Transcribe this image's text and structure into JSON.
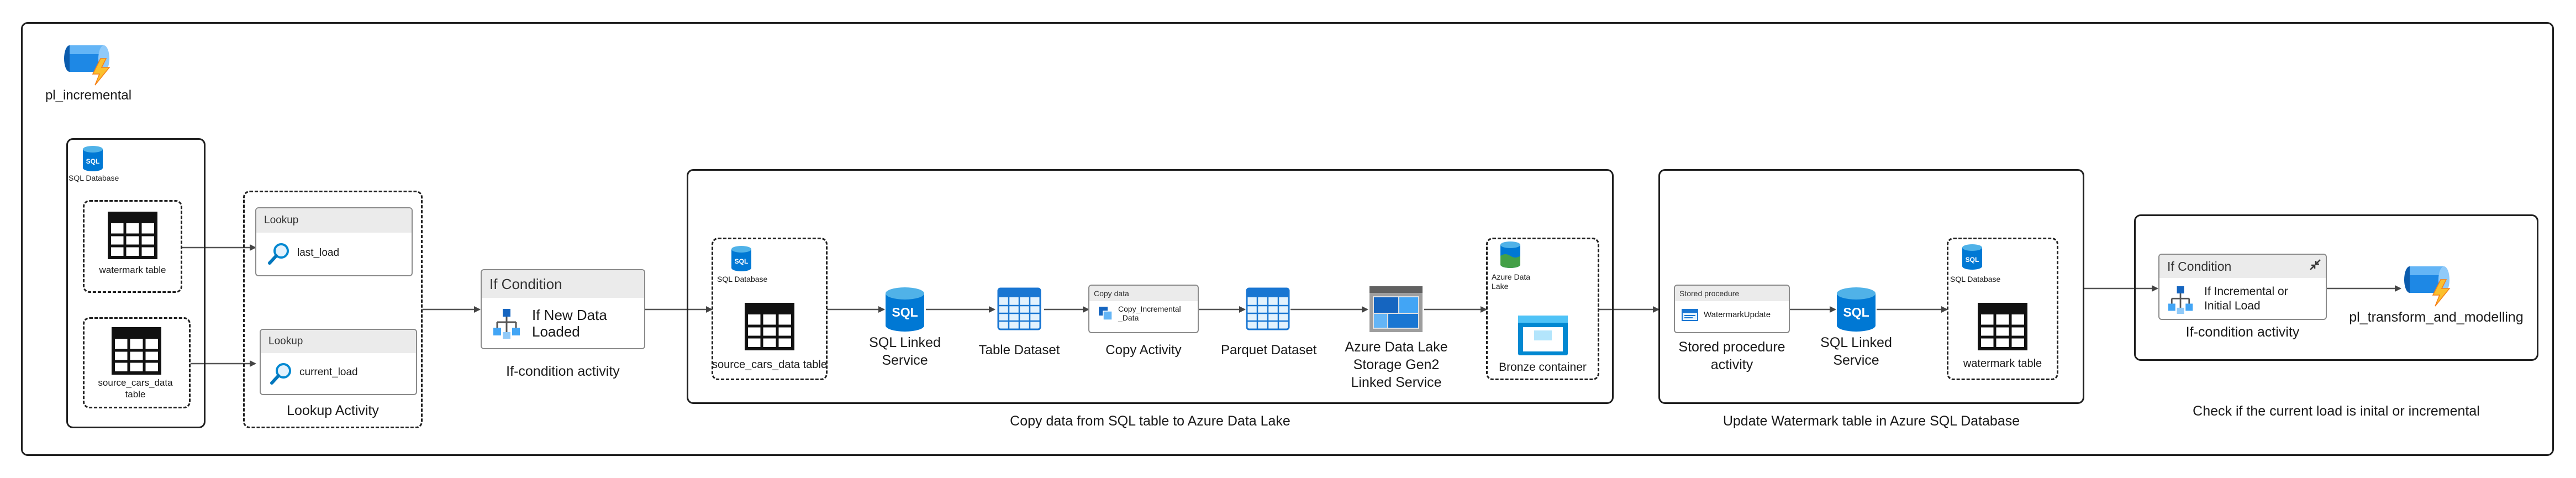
{
  "pipeline": {
    "name": "pl_incremental",
    "next_pipeline": "pl_transform_and_modelling"
  },
  "source_panel": {
    "db_label": "SQL Database",
    "watermark_table": "watermark table",
    "source_table": "source_cars_data table"
  },
  "lookups": {
    "header": "Lookup",
    "first": "last_load",
    "second": "current_load",
    "caption": "Lookup Activity"
  },
  "if1": {
    "header": "If Condition",
    "body": "If New Data Loaded",
    "caption": "If-condition activity"
  },
  "copy_group": {
    "db_label": "SQL Database",
    "source_table": "source_cars_data table",
    "sql_service": "SQL Linked Service",
    "table_dataset": "Table Dataset",
    "copy_header": "Copy data",
    "copy_name": "Copy_Incremental_Data",
    "copy_caption": "Copy Activity",
    "parquet_dataset": "Parquet Dataset",
    "adls_service": "Azure Data Lake Storage Gen2 Linked Service",
    "adl_label": "Azure Data Lake",
    "bronze": "Bronze container",
    "caption": "Copy data from SQL table to Azure Data Lake"
  },
  "watermark_group": {
    "sp_header": "Stored procedure",
    "sp_name": "WatermarkUpdate",
    "sp_caption": "Stored procedure activity",
    "sql_service": "SQL Linked Service",
    "db_label": "SQL Database",
    "table": "watermark table",
    "caption": "Update Watermark table in Azure SQL Database"
  },
  "if2": {
    "header": "If Condition",
    "body": "If Incremental or Initial Load",
    "caption": "If-condition activity",
    "group_caption": "Check if the current load is inital or incremental"
  },
  "colors": {
    "azure_blue": "#0078d4",
    "azure_light": "#50b2e8",
    "border": "#1f1f1f",
    "card_header": "#ebebeb",
    "connector": "#555555"
  },
  "icons": {
    "pipeline": "pipeline-lightning-icon",
    "sql": "sql-database-icon",
    "table": "table-grid-icon",
    "lookup": "magnifier-icon",
    "if": "if-condition-icon",
    "copy": "copy-data-icon",
    "adls": "adls-gen2-icon",
    "container": "storage-container-icon",
    "stored_procedure": "stored-procedure-icon",
    "collapse": "collapse-arrows-icon"
  }
}
